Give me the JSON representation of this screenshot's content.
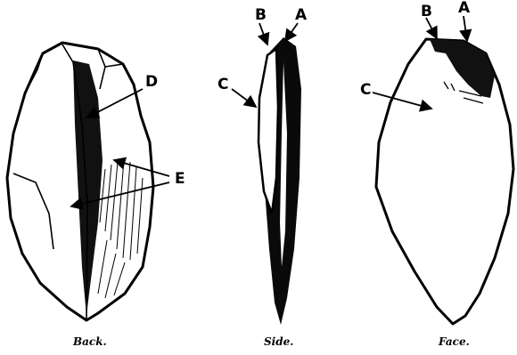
{
  "figures": [
    {
      "caption": "Back.",
      "labels": {
        "d": "D",
        "e": "E"
      }
    },
    {
      "caption": "Side.",
      "labels": {
        "a": "A",
        "b": "B",
        "c": "C"
      }
    },
    {
      "caption": "Face.",
      "labels": {
        "a": "A",
        "b": "B",
        "c": "C"
      }
    }
  ],
  "colors": {
    "ink": "#000000",
    "paper": "#ffffff"
  }
}
